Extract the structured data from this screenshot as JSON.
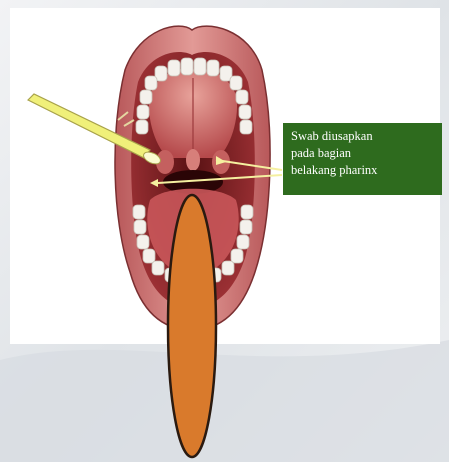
{
  "callout": {
    "lines": [
      "Swab diusapkan",
      "pada bagian",
      "belakang pharinx"
    ]
  },
  "colors": {
    "callout_background": "#2e6b1e",
    "tongue_depressor": "#d97a2c",
    "swab_stick": "#f0f07a",
    "pointer": "#f5f0a0",
    "lips": "#c96a6b",
    "mouth_interior": "#8a2a2d",
    "teeth": "#f4f1ec"
  },
  "icons": [
    "open-mouth-illustration",
    "swab-stick",
    "tongue-depressor",
    "pointer-arrow"
  ]
}
